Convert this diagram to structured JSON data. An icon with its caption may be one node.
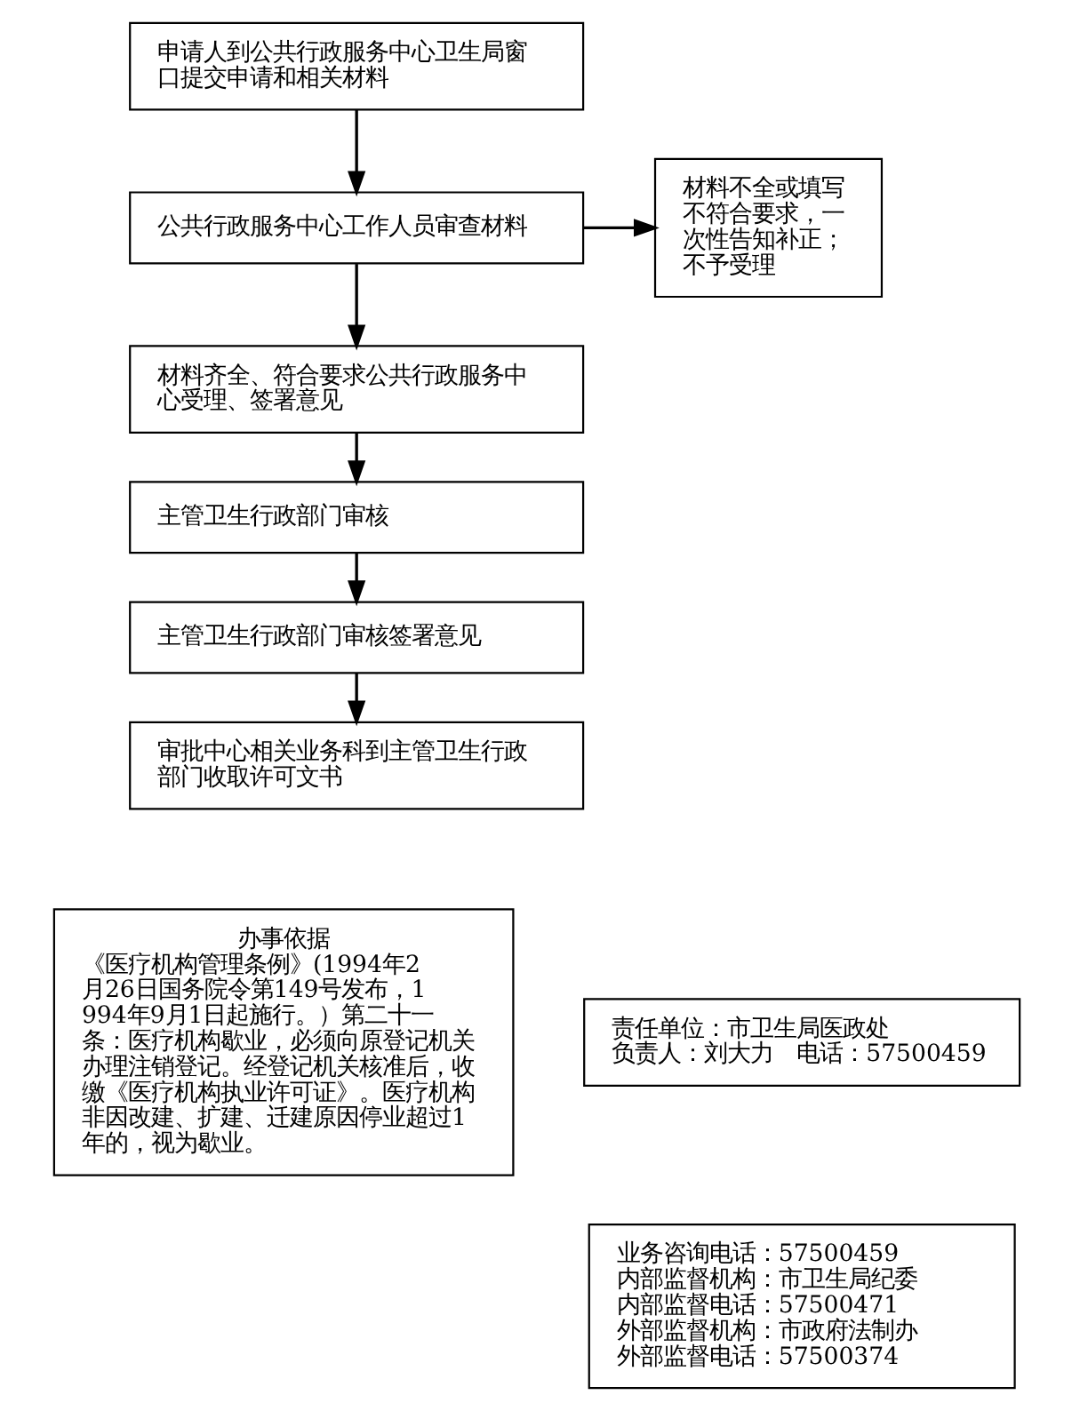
{
  "diagram": {
    "nodes": [
      {
        "text": [
          "申请人到公共行政服务中心卫生局窗口提交申请和相关材料"
        ]
      },
      {
        "text": [
          "公共行政服务中心工作人员审查材料"
        ]
      },
      {
        "text": [
          "材料不全或填写不符合要求，一次性告知补正；不予受理"
        ]
      },
      {
        "text": [
          "材料齐全、符合要求公共行政服务中心受理、签署意见"
        ]
      },
      {
        "text": [
          "主管卫生行政部门审核"
        ]
      },
      {
        "text": [
          "主管卫生行政部门审核签署意见"
        ]
      },
      {
        "text": [
          "审批中心相关业务科到主管卫生行政部门收取许可文书"
        ]
      },
      {
        "text": [
          "办事依据",
          "《医疗机构管理条例》(1994年2月26日国务院令第149号发布，1994年9月1日起施行。）第二十一条：医疗机构歇业，必须向原登记机关办理注销登记。经登记机关核准后，收缴《医疗机构执业许可证》。医疗机构非因改建、扩建、迁建原因停业超过1年的，视为歇业。"
        ]
      },
      {
        "text": [
          "责任单位：市卫生局医政处",
          "负责人：刘大力　电话：57500459"
        ]
      },
      {
        "text": [
          "业务咨询电话：57500459",
          "内部监督机构：市卫生局纪委",
          "内部监督电话：57500471",
          "外部监督机构：市政府法制办",
          "外部监督电话：57500374"
        ]
      }
    ],
    "edges": [
      {
        "from": 0,
        "to": 1,
        "arrow": "to"
      },
      {
        "from": 1,
        "to": 2,
        "arrow": "to"
      },
      {
        "from": 1,
        "to": 3,
        "arrow": "to"
      },
      {
        "from": 3,
        "to": 4,
        "arrow": "to"
      },
      {
        "from": 4,
        "to": 5,
        "arrow": "to"
      },
      {
        "from": 5,
        "to": 6,
        "arrow": "to"
      }
    ]
  }
}
